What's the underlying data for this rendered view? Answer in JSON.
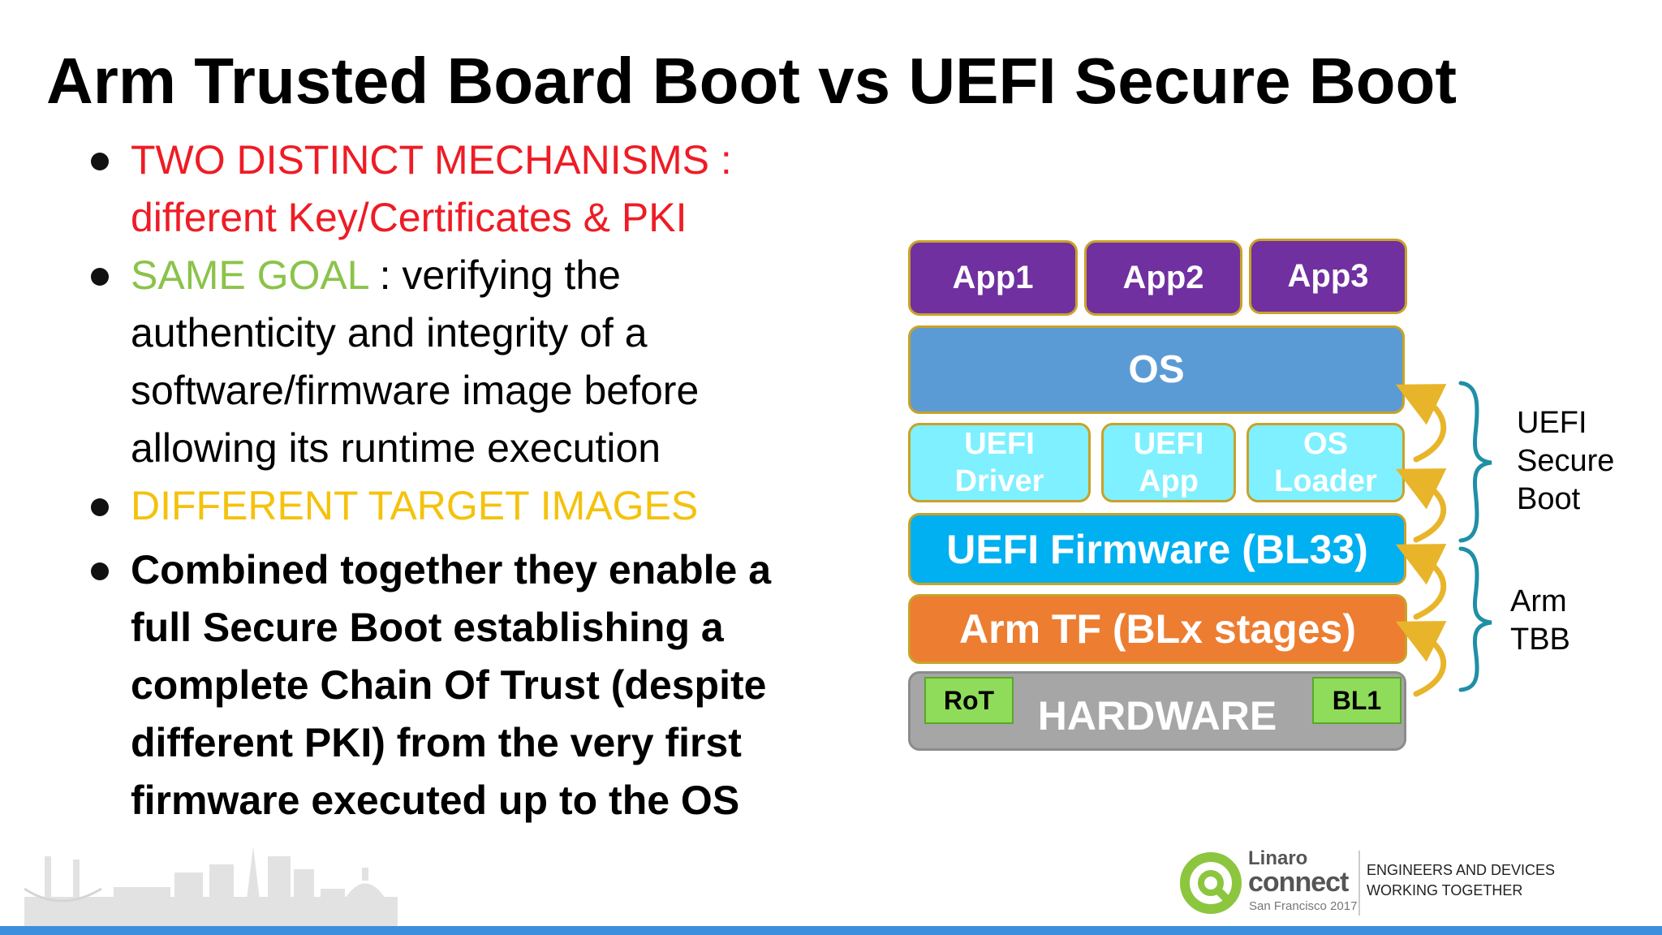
{
  "slide": {
    "title": "Arm Trusted Board Boot vs UEFI Secure Boot",
    "bullets": {
      "b1_line1": "TWO DISTINCT MECHANISMS :",
      "b1_line2": "different Key/Certificates & PKI",
      "b2_highlight": "SAME GOAL",
      "b2_rest": " : verifying the authenticity and integrity of a software/firmware image before allowing its runtime execution",
      "b3": "DIFFERENT TARGET IMAGES",
      "b4": "Combined together they enable a full Secure Boot establishing a complete Chain Of Trust (despite different PKI) from the very first firmware executed up to the OS"
    },
    "colors": {
      "distinct_red": "#ee1c25",
      "goal_green": "#8bc34a",
      "target_yellow": "#f4c20d",
      "app_purple": "#7030a0",
      "os_blue": "#5b9bd5",
      "uefi_light_cyan": "#7ef0ff",
      "uefi_fw_cyan": "#00b0f0",
      "arm_tf_orange": "#ed7d31",
      "hardware_gray": "#a6a6a6",
      "chip_green": "#8fdc5a",
      "bracket_teal": "#1f8fa6",
      "arrow_gold": "#e8b52a",
      "footer_blue": "#3c8fdd"
    }
  },
  "diagram": {
    "apps": [
      "App1",
      "App2",
      "App3"
    ],
    "os": "OS",
    "uefi_small": [
      {
        "line1": "UEFI",
        "line2": "Driver"
      },
      {
        "line1": "UEFI",
        "line2": "App"
      },
      {
        "line1": "OS",
        "line2": "Loader"
      }
    ],
    "uefi_firmware": "UEFI Firmware (BL33)",
    "arm_tf": "Arm TF (BLx stages)",
    "hardware": "HARDWARE",
    "rot": "RoT",
    "bl1": "BL1",
    "uefi_secure_boot": {
      "line1": "UEFI",
      "line2": "Secure",
      "line3": "Boot"
    },
    "arm_tbb": {
      "line1": "Arm",
      "line2": "TBB"
    },
    "icons": [
      "curved-arrow-icon",
      "curly-brace-icon"
    ]
  },
  "footer": {
    "brand_top": "Linaro",
    "brand_main": "connect",
    "brand_location": "San Francisco 2017",
    "tagline_line1": "ENGINEERS AND DEVICES",
    "tagline_line2": "WORKING TOGETHER"
  }
}
